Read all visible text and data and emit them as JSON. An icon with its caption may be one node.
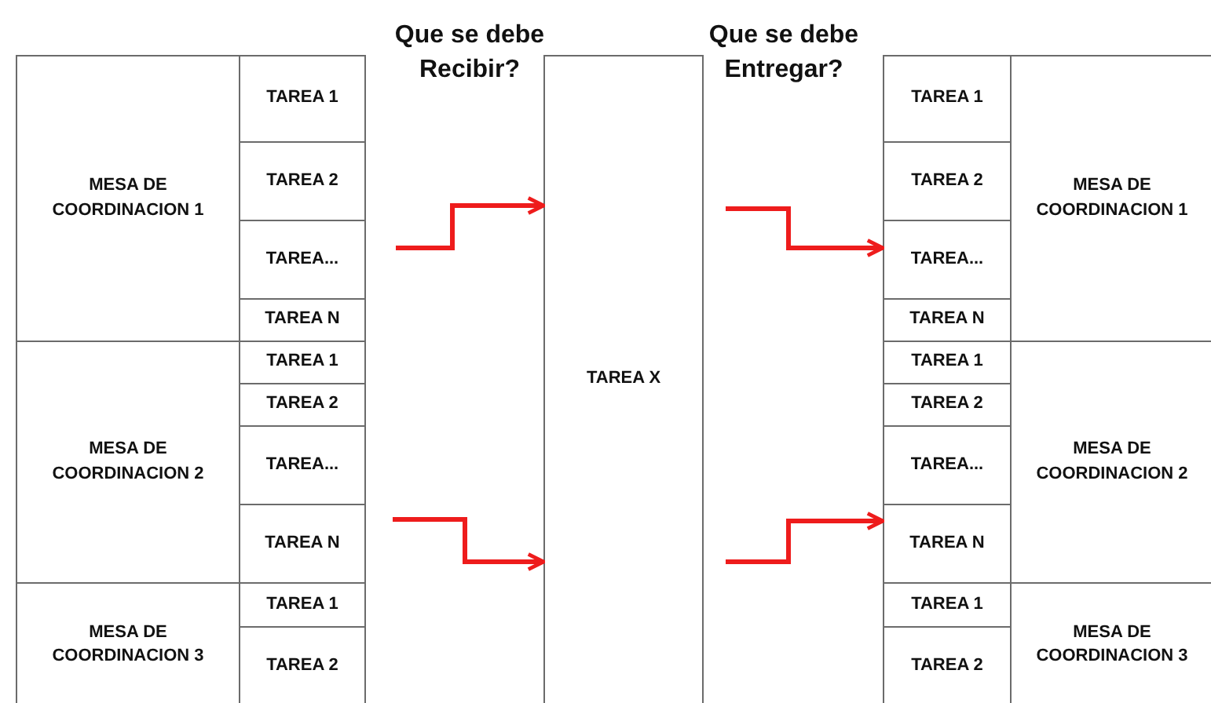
{
  "diagram": {
    "nodes": [
      {
        "text": [
          "MESA DE COORDINACION 1"
        ]
      },
      {
        "text": [
          "TAREA 1"
        ]
      },
      {
        "text": [
          "TAREA 2"
        ]
      },
      {
        "text": [
          "TAREA..."
        ]
      },
      {
        "text": [
          "TAREA N"
        ]
      },
      {
        "text": [
          "MESA DE COORDINACION 2"
        ]
      },
      {
        "text": [
          "TAREA 1"
        ]
      },
      {
        "text": [
          "TAREA 2"
        ]
      },
      {
        "text": [
          "TAREA..."
        ]
      },
      {
        "text": [
          "TAREA N"
        ]
      },
      {
        "text": [
          "MESA DE COORDINACION 3"
        ]
      },
      {
        "text": [
          "TAREA 1"
        ]
      },
      {
        "text": [
          "TAREA 2"
        ]
      },
      {
        "text": [
          "TAREA X"
        ]
      },
      {
        "text": [
          "TAREA 1"
        ]
      },
      {
        "text": [
          "TAREA 2"
        ]
      },
      {
        "text": [
          "TAREA..."
        ]
      },
      {
        "text": [
          "TAREA N"
        ]
      },
      {
        "text": [
          "MESA DE COORDINACION 1"
        ]
      },
      {
        "text": [
          "TAREA 1"
        ]
      },
      {
        "text": [
          "TAREA 2"
        ]
      },
      {
        "text": [
          "TAREA..."
        ]
      },
      {
        "text": [
          "TAREA N"
        ]
      },
      {
        "text": [
          "MESA DE COORDINACION 2"
        ]
      },
      {
        "text": [
          "TAREA 1"
        ]
      },
      {
        "text": [
          "TAREA 2"
        ]
      },
      {
        "text": [
          "MESA DE COORDINACION 3"
        ]
      }
    ],
    "edges": [
      {
        "from": null,
        "to": 13,
        "arrow": "to",
        "color": "#ee1c1c"
      },
      {
        "from": null,
        "to": 13,
        "arrow": "to",
        "color": "#ee1c1c"
      },
      {
        "from": null,
        "to": 16,
        "arrow": "to",
        "color": "#ee1c1c"
      },
      {
        "from": null,
        "to": 22,
        "arrow": "to",
        "color": "#ee1c1c"
      }
    ],
    "labels": [
      "Que se debe Recibir?",
      "Que se debe Entregar?"
    ]
  }
}
